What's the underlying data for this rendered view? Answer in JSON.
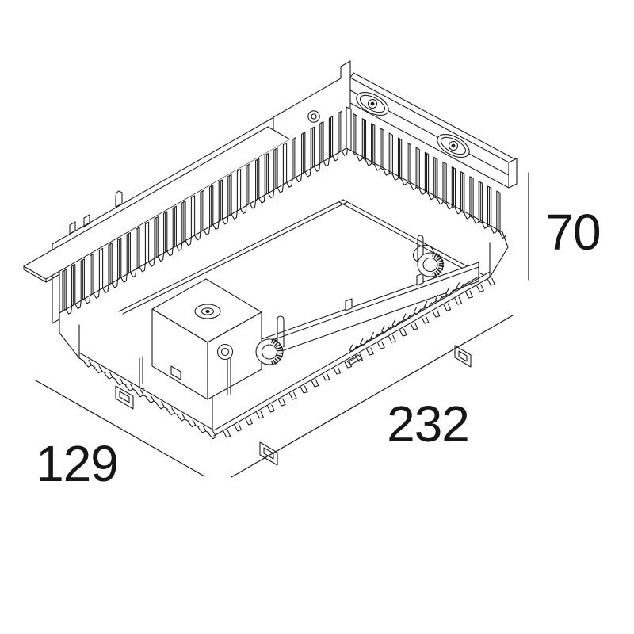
{
  "page": {
    "background": "#ffffff"
  },
  "drawing": {
    "kind": "isometric-technical-line-drawing",
    "subject": "recessed luminaire mounting housing",
    "line_color": "#1d1d1d",
    "dimensions": {
      "width": "129",
      "length": "232",
      "height": "70"
    }
  }
}
